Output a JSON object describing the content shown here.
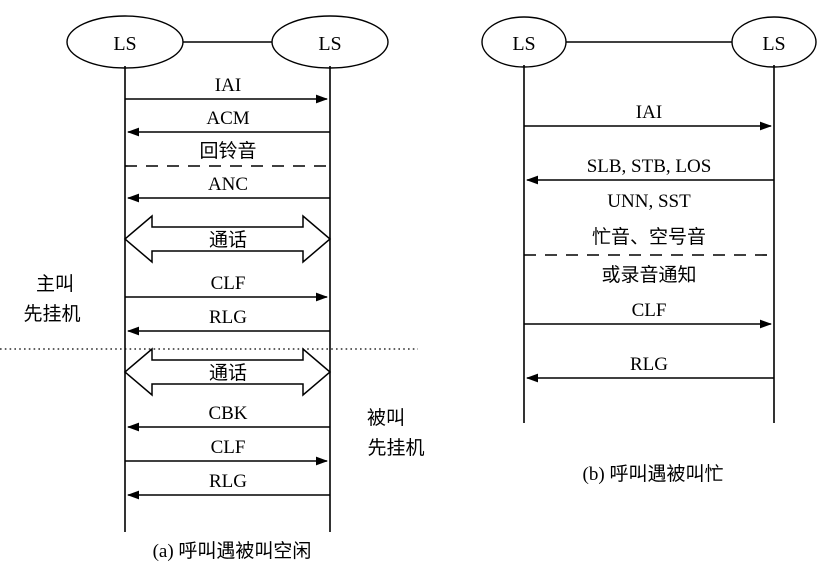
{
  "figure": {
    "title": "TUP signaling sequence diagrams",
    "background": "#ffffff",
    "stroke": "#000000"
  },
  "diagram_a": {
    "caption": "(a) 呼叫遇被叫空闲",
    "nodes": [
      {
        "label": "LS",
        "role": "originating-local-switch"
      },
      {
        "label": "LS",
        "role": "terminating-local-switch"
      }
    ],
    "side_labels": [
      {
        "line1": "主叫",
        "line2": "先挂机",
        "side": "left"
      },
      {
        "line1": "被叫",
        "line2": "先挂机",
        "side": "right"
      }
    ],
    "messages": [
      {
        "label": "IAI",
        "direction": "right",
        "style": "arrow"
      },
      {
        "label": "ACM",
        "direction": "left",
        "style": "arrow"
      },
      {
        "label": "回铃音",
        "direction": "none",
        "style": "dashed"
      },
      {
        "label": "ANC",
        "direction": "left",
        "style": "arrow"
      },
      {
        "label": "通话",
        "direction": "both",
        "style": "block"
      },
      {
        "label": "CLF",
        "direction": "right",
        "style": "arrow"
      },
      {
        "label": "RLG",
        "direction": "left",
        "style": "arrow"
      },
      {
        "label": "通话",
        "direction": "both",
        "style": "block"
      },
      {
        "label": "CBK",
        "direction": "left",
        "style": "arrow"
      },
      {
        "label": "CLF",
        "direction": "right",
        "style": "arrow"
      },
      {
        "label": "RLG",
        "direction": "left",
        "style": "arrow"
      }
    ]
  },
  "diagram_b": {
    "caption": "(b) 呼叫遇被叫忙",
    "nodes": [
      {
        "label": "LS",
        "role": "originating-local-switch"
      },
      {
        "label": "LS",
        "role": "terminating-local-switch"
      }
    ],
    "messages": [
      {
        "label": "IAI",
        "direction": "right",
        "style": "arrow"
      },
      {
        "label": "SLB, STB, LOS",
        "direction": "left",
        "style": "arrow"
      },
      {
        "label": "UNN, SST",
        "direction": "none",
        "style": "text"
      },
      {
        "label": "忙音、空号音",
        "direction": "none",
        "style": "dashed"
      },
      {
        "label": "或录音通知",
        "direction": "none",
        "style": "text"
      },
      {
        "label": "CLF",
        "direction": "right",
        "style": "arrow"
      },
      {
        "label": "RLG",
        "direction": "left",
        "style": "arrow"
      }
    ]
  }
}
